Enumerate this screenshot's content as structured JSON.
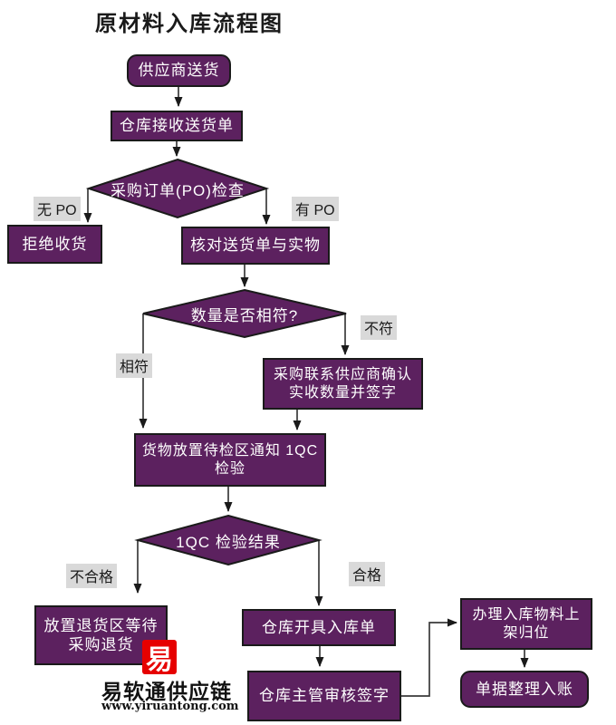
{
  "title": "原材料入库流程图",
  "colors": {
    "node_fill": "#5C215F",
    "node_border": "#1a1a1a",
    "node_text": "#ffffff",
    "label_bg": "#D9D9D9",
    "line_color": "#3a3a3a",
    "logo_red": "#E60000"
  },
  "nodes": {
    "start": "供应商送货",
    "receive_note": "仓库接收送货单",
    "po_check": "采购订单(PO)检查",
    "reject": "拒绝收货",
    "verify": "核对送货单与实物",
    "qty_match": "数量是否相符?",
    "contact_supplier": [
      "采购联系供应商确认",
      "实收数量并签字"
    ],
    "staging": [
      "货物放置待检区通知 1QC",
      "检验"
    ],
    "iqc_result": "1QC 检验结果",
    "return_area": [
      "放置退货区等待",
      "采购退货"
    ],
    "issue_receipt": "仓库开具入库单",
    "supervisor_sign": "仓库主管审核签字",
    "shelve": [
      "办理入库物料上",
      "架归位"
    ],
    "bookkeeping": "单据整理入账"
  },
  "branch_labels": {
    "no_po": "无 PO",
    "has_po": "有 PO",
    "mismatch": "不符",
    "match": "相符",
    "fail": "不合格",
    "pass": "合格"
  },
  "logo": {
    "glyph": "易",
    "name": "易软通供应链",
    "url": "www.yiruantong.com"
  }
}
